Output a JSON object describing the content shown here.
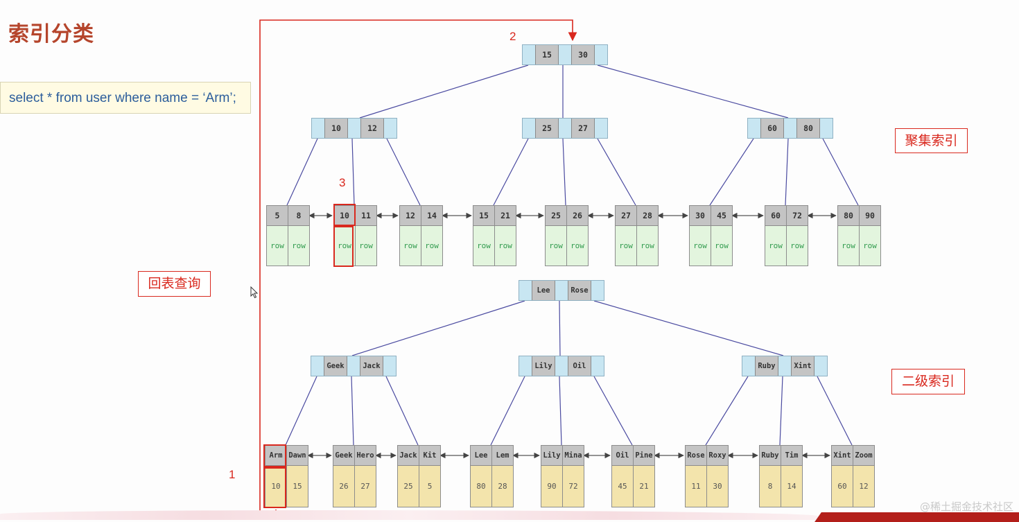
{
  "title": "索引分类",
  "sql": "select * from user where name = ‘Arm’;",
  "callouts": {
    "clustered": "聚集索引",
    "secondary": "二级索引",
    "lookup": "回表查询"
  },
  "steps": [
    "1",
    "2",
    "3"
  ],
  "watermark": "@稀土掘金技术社区",
  "clustered_index": {
    "root": [
      "15",
      "30"
    ],
    "internal": [
      [
        "10",
        "12"
      ],
      [
        "25",
        "27"
      ],
      [
        "60",
        "80"
      ]
    ],
    "leaves": [
      {
        "keys": [
          "5",
          "8"
        ],
        "values": [
          "row",
          "row"
        ]
      },
      {
        "keys": [
          "10",
          "11"
        ],
        "values": [
          "row",
          "row"
        ]
      },
      {
        "keys": [
          "12",
          "14"
        ],
        "values": [
          "row",
          "row"
        ]
      },
      {
        "keys": [
          "15",
          "21"
        ],
        "values": [
          "row",
          "row"
        ]
      },
      {
        "keys": [
          "25",
          "26"
        ],
        "values": [
          "row",
          "row"
        ]
      },
      {
        "keys": [
          "27",
          "28"
        ],
        "values": [
          "row",
          "row"
        ]
      },
      {
        "keys": [
          "30",
          "45"
        ],
        "values": [
          "row",
          "row"
        ]
      },
      {
        "keys": [
          "60",
          "72"
        ],
        "values": [
          "row",
          "row"
        ]
      },
      {
        "keys": [
          "80",
          "90"
        ],
        "values": [
          "row",
          "row"
        ]
      }
    ]
  },
  "secondary_index": {
    "root": [
      "Lee",
      "Rose"
    ],
    "internal": [
      [
        "Geek",
        "Jack"
      ],
      [
        "Lily",
        "Oil"
      ],
      [
        "Ruby",
        "Xint"
      ]
    ],
    "leaves": [
      {
        "keys": [
          "Arm",
          "Dawn"
        ],
        "values": [
          "10",
          "15"
        ]
      },
      {
        "keys": [
          "Geek",
          "Hero"
        ],
        "values": [
          "26",
          "27"
        ]
      },
      {
        "keys": [
          "Jack",
          "Kit"
        ],
        "values": [
          "25",
          "5"
        ]
      },
      {
        "keys": [
          "Lee",
          "Lem"
        ],
        "values": [
          "80",
          "28"
        ]
      },
      {
        "keys": [
          "Lily",
          "Mina"
        ],
        "values": [
          "90",
          "72"
        ]
      },
      {
        "keys": [
          "Oil",
          "Pine"
        ],
        "values": [
          "45",
          "21"
        ]
      },
      {
        "keys": [
          "Rose",
          "Roxy"
        ],
        "values": [
          "11",
          "30"
        ]
      },
      {
        "keys": [
          "Ruby",
          "Tim"
        ],
        "values": [
          "8",
          "14"
        ]
      },
      {
        "keys": [
          "Xint",
          "Zoom"
        ],
        "values": [
          "60",
          "12"
        ]
      }
    ]
  },
  "colors": {
    "accent": "#d9281e",
    "title": "#b5452c",
    "pointer": "#c8e6f2",
    "key": "#c4c4c4",
    "clustered_value": "#e3f5de",
    "secondary_value": "#f3e4ac",
    "edge": "#4a4aa0"
  }
}
